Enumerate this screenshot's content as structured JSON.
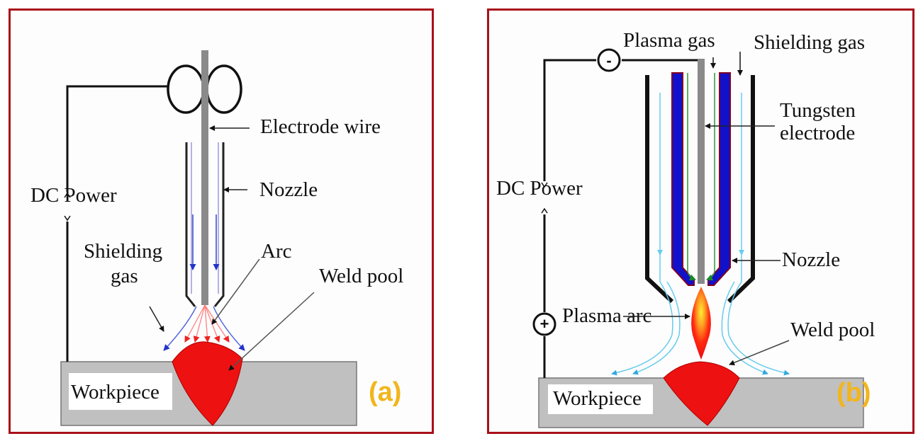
{
  "figure": {
    "panels": [
      {
        "id": "a",
        "tag": "(a)",
        "process": "GMAW",
        "labels": {
          "electrode_wire": "Electrode wire",
          "nozzle": "Nozzle",
          "dc_power": "DC Power",
          "shielding_gas_line1": "Shielding",
          "shielding_gas_line2": "gas",
          "arc": "Arc",
          "weld_pool": "Weld pool",
          "workpiece": "Workpiece"
        }
      },
      {
        "id": "b",
        "tag": "(b)",
        "process": "PAW",
        "labels": {
          "plasma_gas": "Plasma gas",
          "shielding_gas": "Shielding gas",
          "tungsten_line1": "Tungsten",
          "tungsten_line2": "electrode",
          "dc_power": "DC Power",
          "nozzle": "Nozzle",
          "plasma_arc": "Plasma arc",
          "weld_pool": "Weld pool",
          "workpiece": "Workpiece",
          "negative_terminal": "-",
          "positive_terminal": "+"
        }
      }
    ],
    "colors": {
      "frame": "#a8101a",
      "tag": "#f2b51c",
      "weld_pool": "#ee1111",
      "workpiece": "#c0c0c0",
      "electrode": "#8a8a8a",
      "shielding_flow_a": "#3344cc",
      "shielding_flow_b": "#66ccee",
      "plasma_flow": "#228833",
      "constrictor": "#1111cc",
      "constrictor_edge": "#800020",
      "arc_core": "#ffdd22"
    }
  }
}
